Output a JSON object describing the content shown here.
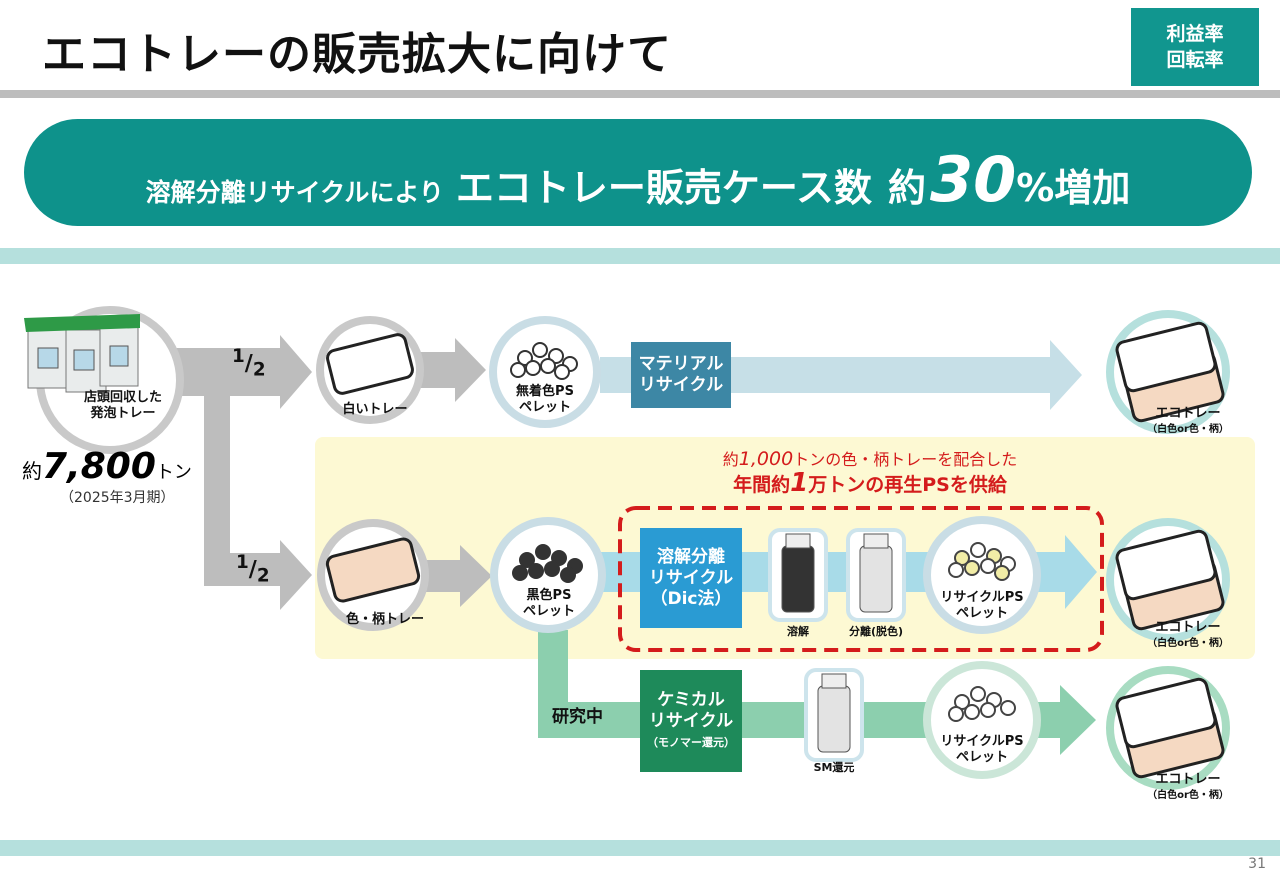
{
  "header": {
    "title": "エコトレーの販売拡大に向けて",
    "kpi_lines": [
      "利益率",
      "回転率"
    ]
  },
  "banner": {
    "prefix": "溶解分離リサイクルにより",
    "main": "エコトレー販売ケース数",
    "approx": "約",
    "number": "30",
    "suffix": "%増加"
  },
  "source": {
    "label_lines": [
      "店頭回収した",
      "発泡トレー"
    ],
    "amount_prefix": "約",
    "amount_value": "7,800",
    "amount_unit": "トン",
    "period": "（2025年3月期）"
  },
  "fraction": {
    "numerator": "1",
    "denominator": "2"
  },
  "row1": {
    "tray_label": "白いトレー",
    "pellet_lines": [
      "無着色PS",
      "ペレット"
    ],
    "process_lines": [
      "マテリアル",
      "リサイクル"
    ],
    "output_label": "エコトレー",
    "output_sub": "（白色or色・柄）"
  },
  "highlight": {
    "line1_prefix": "約",
    "line1_number": "1,000",
    "line1_suffix": "トンの色・柄トレーを配合した",
    "line2_prefix": "年間約",
    "line2_number": "1",
    "line2_suffix": "万トンの再生PSを供給"
  },
  "row2": {
    "tray_label": "色・柄トレー",
    "pellet_lines": [
      "黒色PS",
      "ペレット"
    ],
    "process_lines": [
      "溶解分離",
      "リサイクル",
      "（Dic法）"
    ],
    "bottle1_label": "溶解",
    "bottle2_label": "分離(脱色)",
    "recycled_lines": [
      "リサイクルPS",
      "ペレット"
    ],
    "output_label": "エコトレー",
    "output_sub": "（白色or色・柄）"
  },
  "row3": {
    "research_label": "研究中",
    "process_lines": [
      "ケミカル",
      "リサイクル"
    ],
    "process_sub": "（モノマー還元）",
    "bottle_label": "SM還元",
    "recycled_lines": [
      "リサイクルPS",
      "ペレット"
    ],
    "output_label": "エコトレー",
    "output_sub": "（白色or色・柄）"
  },
  "colors": {
    "teal": "#0e928b",
    "band": "#b5e0dd",
    "material_box": "#3d87a5",
    "dic_box": "#2a9bd3",
    "chem_box": "#1e8a5a",
    "highlight_bg": "#fdf9d3",
    "red": "#d41c1c"
  },
  "page_number": "31"
}
